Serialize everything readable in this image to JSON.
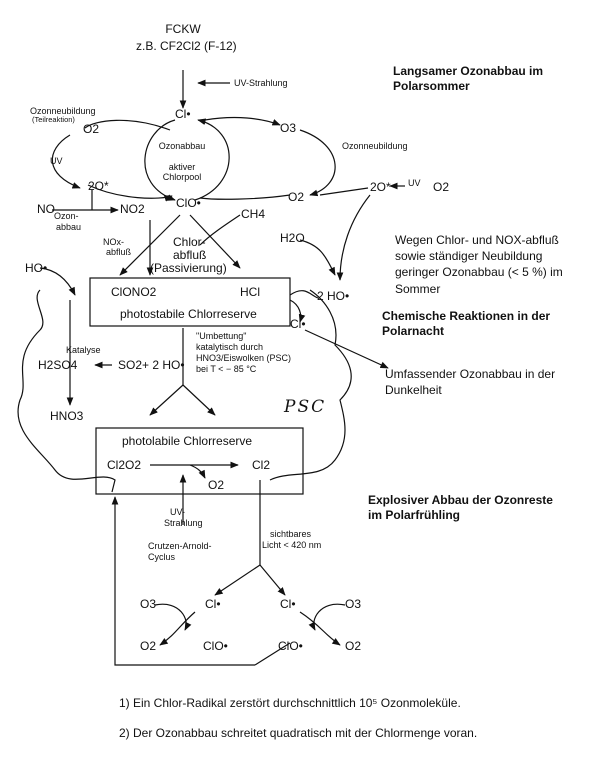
{
  "source": {
    "name": "FCKW",
    "example": "z.B. CF2Cl2 (F-12)",
    "uv": "UV-Strahlung"
  },
  "top_cycle": {
    "cl_radical": "Cl•",
    "clo_radical": "ClO•",
    "center_1": "Ozonabbau",
    "center_2": "aktiver",
    "center_3": "Chlorpool",
    "left_title": "Ozonneubildung",
    "left_subtitle": "(Teilreaktion)",
    "left_o2": "O2",
    "left_uv": "UV",
    "left_2o": "2O*",
    "right_o3": "O3",
    "right_o2": "O2",
    "right_title": "Ozonneubildung",
    "right_2o": "2O*",
    "right_uv": "UV",
    "right_o2b": "O2",
    "ch4": "CH4",
    "h2o": "H2O",
    "no": "NO",
    "no_label_1": "Ozon-",
    "no_label_2": "abbau",
    "no2": "NO2",
    "nox_1": "NOx-",
    "nox_2": "abfluß",
    "chlor_1": "Chlor-",
    "chlor_2": "abfluß",
    "chlor_3": "(Passivierung)",
    "ho_left": "HO•"
  },
  "reserve_box": {
    "clono2": "ClONO2",
    "hcl": "HCl",
    "title": "photostabile Chlorreserve",
    "ho2": "2 HO•",
    "cl_out": "Cl•"
  },
  "middle": {
    "katalyse": "Katalyse",
    "h2so4": "H2SO4",
    "so2": "SO2+ 2 HO•",
    "hno3": "HNO3",
    "embed_1": "\"Umbettung\"",
    "embed_2": "katalytisch durch",
    "embed_3": "HNO3/Eiswolken (PSC)",
    "embed_4": "bei T <  − 85 °C",
    "psc": "PSC"
  },
  "labile_box": {
    "title": "photolabile Chlorreserve",
    "cl2o2": "Cl2O2",
    "cl2": "Cl2",
    "o2": "O2"
  },
  "bottom": {
    "uv_1": "UV-",
    "uv_2": "Strahlung",
    "cycle_1": "Crutzen-Arnold-",
    "cycle_2": "Cyclus",
    "light_1": "sichtbares",
    "light_2": "Licht < 420 nm",
    "o3_left": "O3",
    "cl_left": "Cl•",
    "o2_left": "O2",
    "clo_left": "ClO•",
    "cl_right": "Cl•",
    "o3_right": "O3",
    "clo_right": "ClO•",
    "o2_right": "O2"
  },
  "side_notes": {
    "heading_1": "Langsamer Ozonabbau im Polarsommer",
    "note_1": "Wegen Chlor- und NOX-abfluß sowie ständiger Neubildung geringer Ozonabbau (< 5 %) im Sommer",
    "heading_2": "Chemische Reaktionen in der Polarnacht",
    "note_2": "Umfassender Ozonabbau in der Dunkelheit",
    "heading_3": "Explosiver Abbau der Ozonreste im Polarfrühling"
  },
  "footnotes": [
    "1) Ein Chlor-Radikal zerstört durchschnittlich 10⁵ Ozonmoleküle.",
    "2) Der Ozonabbau schreitet quadratisch mit der Chlormenge voran."
  ]
}
